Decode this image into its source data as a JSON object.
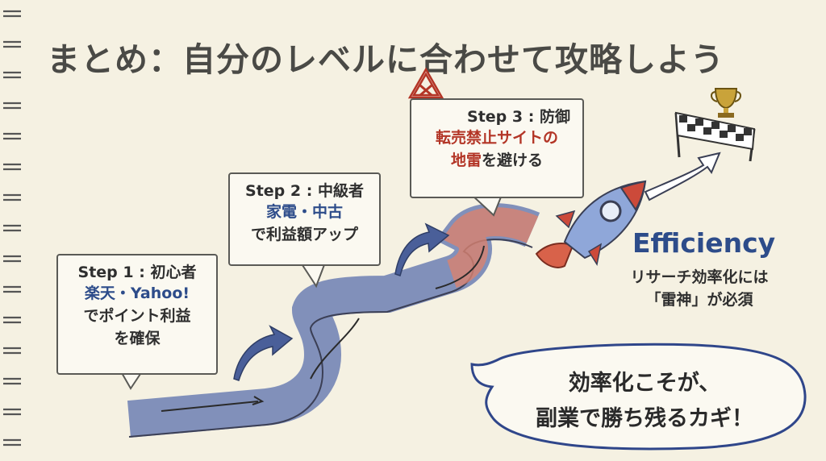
{
  "title": "まとめ：自分のレベルに合わせて攻略しよう",
  "steps": [
    {
      "label": "Step 1 : 初心者",
      "highlight": "楽天・Yahoo!",
      "line2": "でポイント利益",
      "line3": "を確保"
    },
    {
      "label": "Step 2 : 中級者",
      "highlight": "家電・中古",
      "line2": "で利益額アップ"
    },
    {
      "label": "Step 3 : 防御",
      "highlight1": "転売禁止サイトの",
      "highlight2": "地雷",
      "line2": "を避ける"
    }
  ],
  "efficiency": {
    "title": "Efficiency",
    "line1": "リサーチ効率化には",
    "line2": "「雷神」が必須"
  },
  "bubble": {
    "line1": "効率化こそが、",
    "line2": "副業で勝ち残るカギ！"
  },
  "colors": {
    "blue": "#2d4c8a",
    "red": "#b33526",
    "paper": "#f5f1e2",
    "ink": "#2f2f2f"
  },
  "icons": [
    "spiral-binding",
    "warning-x-icon",
    "rocket-icon",
    "trophy-icon",
    "checkered-flag-icon",
    "arrow-icon"
  ]
}
